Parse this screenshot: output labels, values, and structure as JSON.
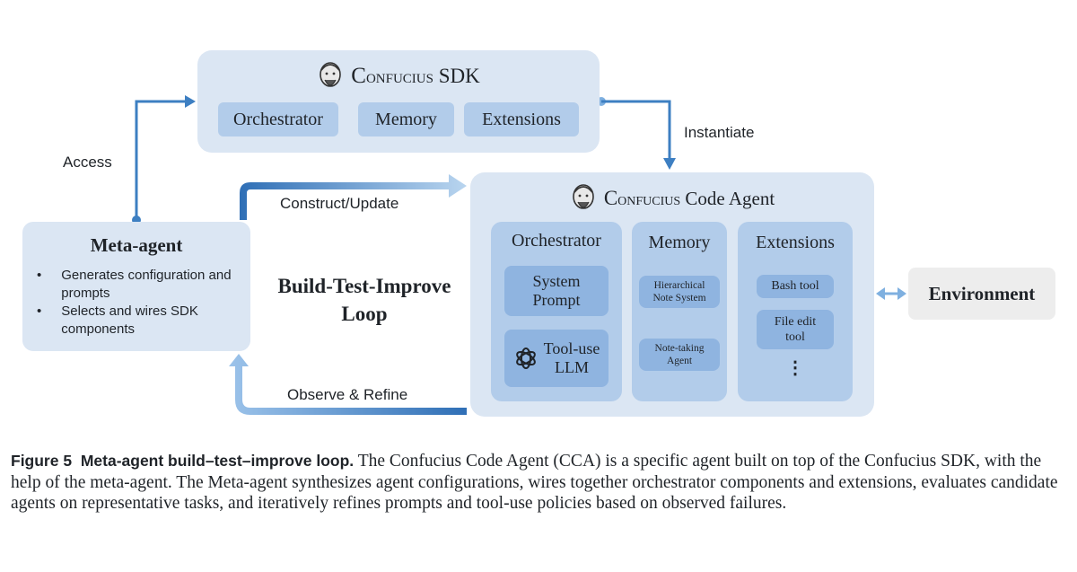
{
  "sdk": {
    "title_initial": "C",
    "title_rest": "onfucius",
    "title_suffix": "SDK",
    "components": [
      "Orchestrator",
      "Memory",
      "Extensions"
    ]
  },
  "cca": {
    "title_initial": "C",
    "title_rest": "onfucius",
    "title_suffix": "Code Agent",
    "orchestrator": {
      "title": "Orchestrator",
      "system_prompt": [
        "System",
        "Prompt"
      ],
      "tool_use": [
        "Tool-use",
        "LLM"
      ]
    },
    "memory": {
      "title": "Memory",
      "items": [
        [
          "Hierarchical",
          "Note System"
        ],
        [
          "Note-taking",
          "Agent"
        ]
      ]
    },
    "extensions": {
      "title": "Extensions",
      "items": [
        [
          "Bash tool"
        ],
        [
          "File edit",
          "tool"
        ]
      ],
      "more": "⋮"
    }
  },
  "meta_agent": {
    "title": "Meta-agent",
    "bullets": [
      "Generates configuration and prompts",
      "Selects and wires SDK components"
    ]
  },
  "environment": "Environment",
  "loop": {
    "line1": "Build-Test-Improve",
    "line2": "Loop"
  },
  "arrows": {
    "access": "Access",
    "instantiate": "Instantiate",
    "construct": "Construct/Update",
    "observe": "Observe & Refine"
  },
  "caption": {
    "label": "Figure 5",
    "bold_title": "Meta-agent build–test–improve loop.",
    "body": "The Confucius Code Agent (CCA) is a specific agent built on top of the Confucius SDK, with the help of the meta-agent. The Meta-agent synthesizes agent configurations, wires together orchestrator components and extensions, evaluates candidate agents on representative tasks, and iteratively refines prompts and tool-use policies based on observed failures."
  },
  "colors": {
    "panel": "#dbe6f3",
    "chip": "#b2ccea",
    "inner": "#8fb4e0",
    "arrow": "#3d7fc2",
    "environment": "#ededed"
  },
  "icons": [
    "confucius-logo-icon",
    "openai-logo-icon",
    "double-arrow-icon"
  ]
}
